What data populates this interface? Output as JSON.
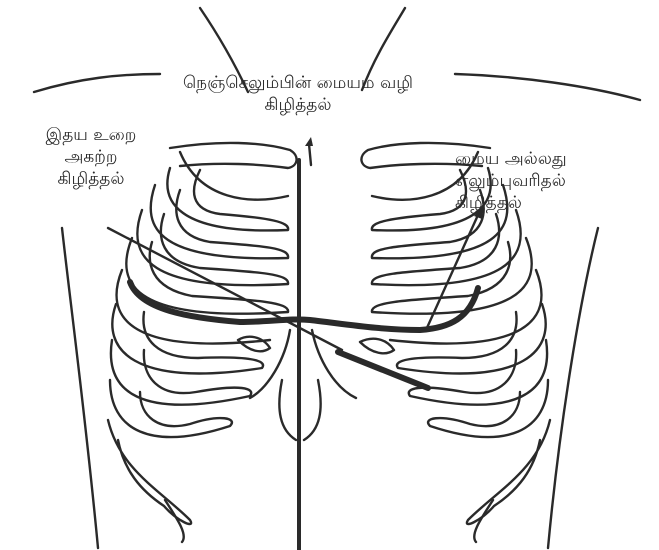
{
  "labels": {
    "sternotomy": {
      "line1": "நெஞ்செலும்பின் மையம் வழி",
      "line2": "கிழித்தல்"
    },
    "clamshell": {
      "line1": "இதய உறை",
      "line2": "அகற்ற",
      "line3": "கிழித்தல்"
    },
    "thoracotomy": {
      "line1": "மைய அல்லது",
      "line2": "எலும்புவரிதல்",
      "line3": "கிழித்தல்"
    }
  },
  "colors": {
    "ink": "#2a2a2a",
    "background": "#ffffff"
  }
}
